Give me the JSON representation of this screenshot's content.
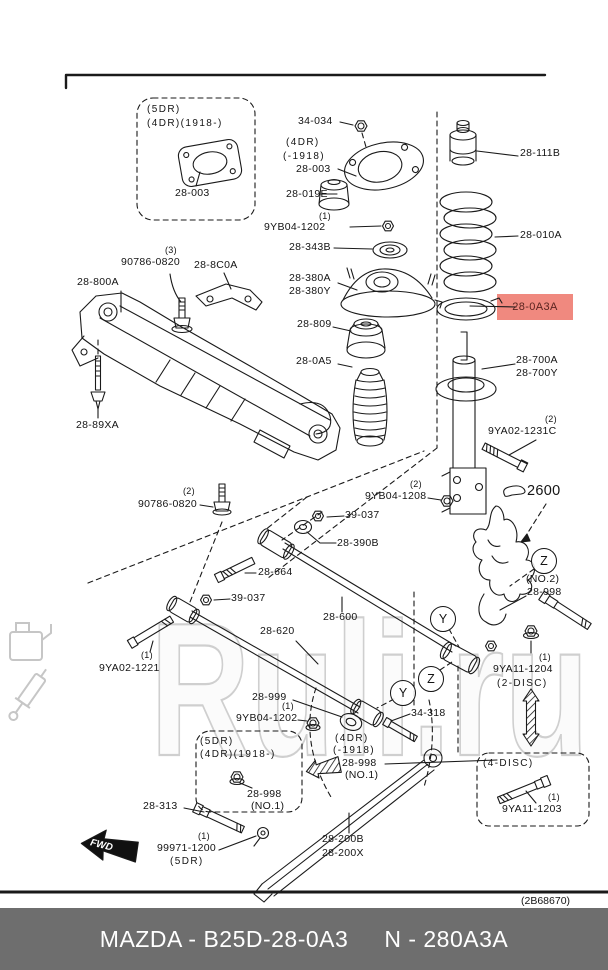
{
  "diagram": {
    "watermark": "Ruli.ru",
    "sheet_number": "(2B68670)",
    "fwd_label": "FWD"
  },
  "footer": {
    "left": "MAZDA - B25D-28-0A3",
    "right": "N - 280A3A"
  },
  "colors": {
    "highlight_bg": "#f0897f",
    "highlight_text": "#5a2420",
    "footer_bg": "#6e6e6e",
    "footer_text": "#ffffff",
    "line": "#1a1a1a",
    "watermark": "#cfcfcf"
  },
  "highlight": {
    "text": "28-0A3A"
  },
  "markers": [
    {
      "letter": "Y"
    },
    {
      "letter": "Z"
    },
    {
      "letter": "Y"
    },
    {
      "letter": "Z"
    }
  ],
  "callouts": [
    {
      "text": "(5DR)"
    },
    {
      "text": "(4DR)(1918-)"
    },
    {
      "text": "28-003"
    },
    {
      "text": "34-034"
    },
    {
      "text": "(4DR)"
    },
    {
      "text": "(-1918)"
    },
    {
      "text": "28-003"
    },
    {
      "text": "28-019E"
    },
    {
      "text": "(1)"
    },
    {
      "text": "9YB04-1202"
    },
    {
      "text": "28-343B"
    },
    {
      "text": "28-111B"
    },
    {
      "text": "28-010A"
    },
    {
      "text": "28-700A"
    },
    {
      "text": "28-700Y"
    },
    {
      "text": "(2)"
    },
    {
      "text": "9YA02-1231C"
    },
    {
      "text": "2600"
    },
    {
      "text": "(2)"
    },
    {
      "text": "9YB04-1208"
    },
    {
      "text": "39-037"
    },
    {
      "text": "28-390B"
    },
    {
      "text": "(3)"
    },
    {
      "text": "90786-0820"
    },
    {
      "text": "28-8C0A"
    },
    {
      "text": "28-800A"
    },
    {
      "text": "28-89XA"
    },
    {
      "text": "(2)"
    },
    {
      "text": "90786-0820"
    },
    {
      "text": "28-664"
    },
    {
      "text": "39-037"
    },
    {
      "text": "28-620"
    },
    {
      "text": "28-600"
    },
    {
      "text": "(1)"
    },
    {
      "text": "9YA02-1221"
    },
    {
      "text": "28-380A"
    },
    {
      "text": "28-380Y"
    },
    {
      "text": "28-809"
    },
    {
      "text": "28-0A5"
    },
    {
      "text": "28-999"
    },
    {
      "text": "(1)"
    },
    {
      "text": "9YB04-1202"
    },
    {
      "text": "34-318"
    },
    {
      "text": "(4DR)"
    },
    {
      "text": "(-1918)"
    },
    {
      "text": "28-998"
    },
    {
      "text": "(NO.1)"
    },
    {
      "text": "(5DR)"
    },
    {
      "text": "(4DR)(1918-)"
    },
    {
      "text": "28-998"
    },
    {
      "text": "(NO.1)"
    },
    {
      "text": "28-313"
    },
    {
      "text": "(1)"
    },
    {
      "text": "99971-1200"
    },
    {
      "text": "(5DR)"
    },
    {
      "text": "28-200B"
    },
    {
      "text": "28-200X"
    },
    {
      "text": "(NO.2)"
    },
    {
      "text": "28-998"
    },
    {
      "text": "(1)"
    },
    {
      "text": "9YA11-1204"
    },
    {
      "text": "(2-DISC)"
    },
    {
      "text": "(4-DISC)"
    },
    {
      "text": "(1)"
    },
    {
      "text": "9YA11-1203"
    }
  ]
}
